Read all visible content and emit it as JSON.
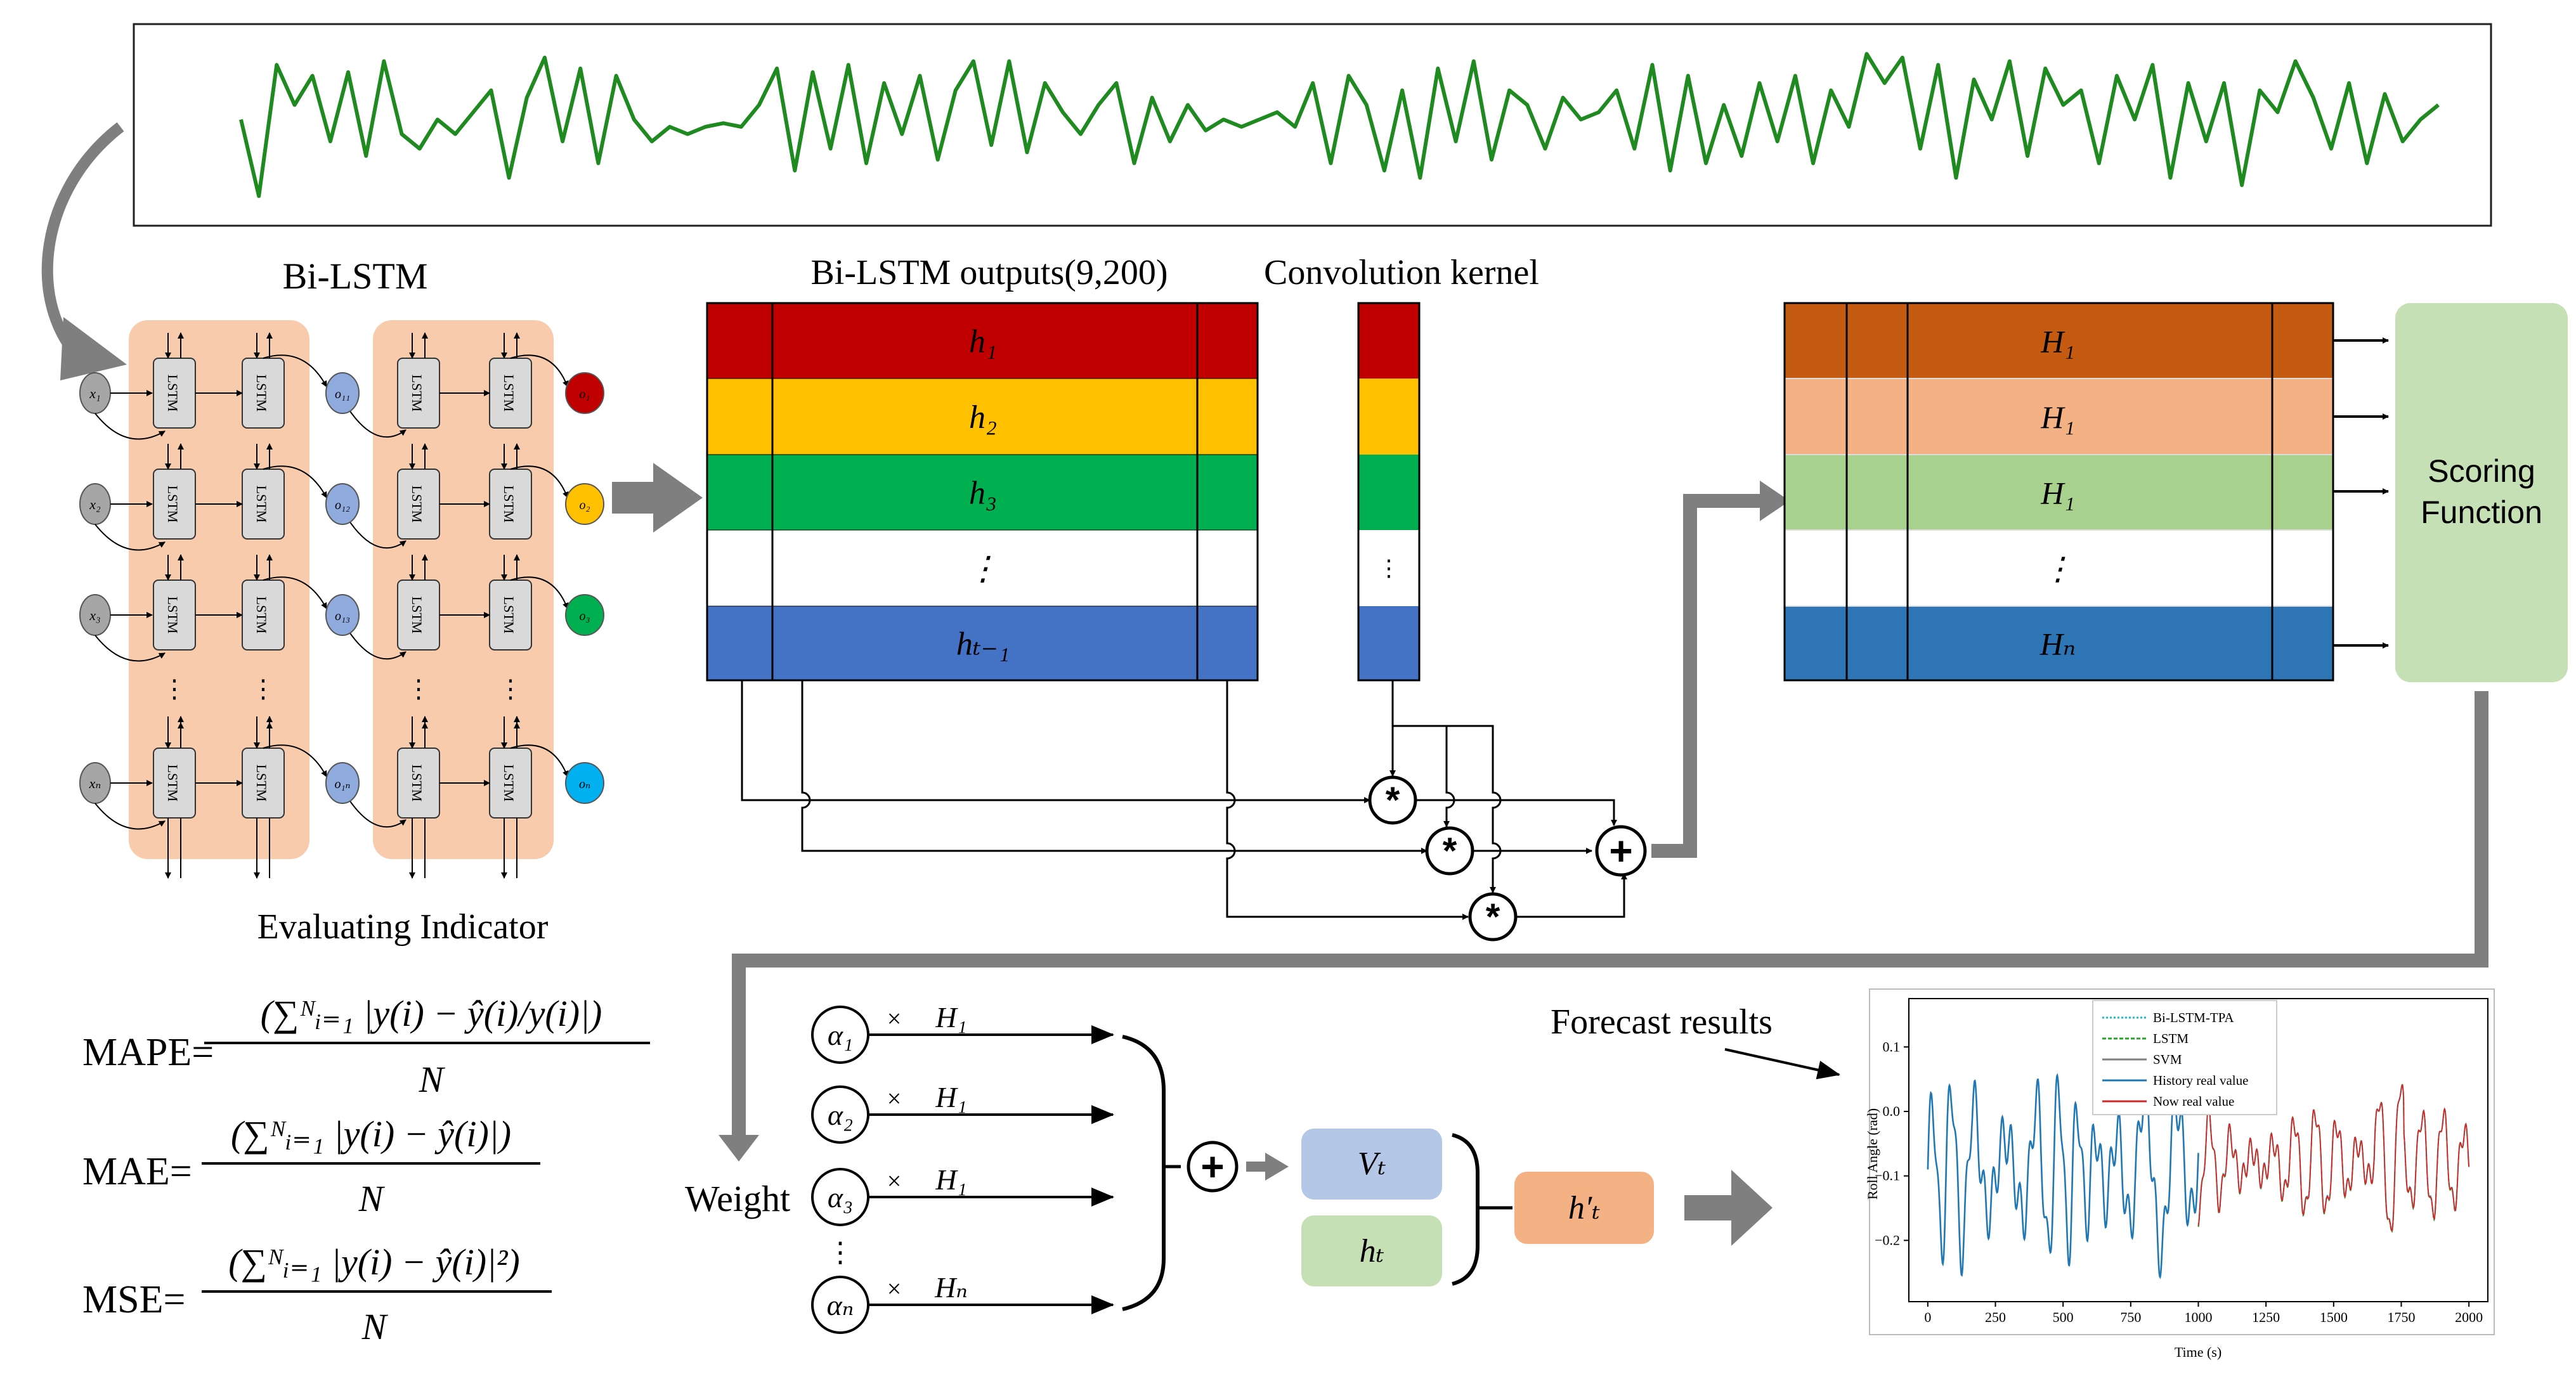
{
  "signal": {
    "color": "#1f8a1f",
    "values": [
      0.1,
      -0.95,
      0.85,
      0.3,
      0.7,
      -0.2,
      0.75,
      -0.4,
      0.9,
      -0.1,
      -0.3,
      0.1,
      -0.1,
      0.2,
      0.5,
      -0.7,
      0.4,
      0.95,
      -0.2,
      0.8,
      -0.5,
      0.7,
      0.1,
      -0.2,
      0.0,
      -0.1,
      0.0,
      0.05,
      0.0,
      0.3,
      0.8,
      -0.6,
      0.75,
      -0.3,
      0.85,
      -0.5,
      0.6,
      -0.1,
      0.7,
      -0.45,
      0.5,
      0.9,
      -0.25,
      0.9,
      -0.35,
      0.6,
      0.2,
      -0.1,
      0.3,
      0.6,
      -0.5,
      0.4,
      -0.2,
      0.3,
      -0.05,
      0.1,
      0.0,
      0.1,
      0.2,
      0.0,
      0.6,
      -0.5,
      0.7,
      0.3,
      -0.6,
      0.5,
      -0.7,
      0.8,
      -0.2,
      0.9,
      -0.45,
      0.5,
      0.3,
      -0.3,
      0.4,
      0.1,
      0.2,
      0.5,
      -0.3,
      0.85,
      -0.6,
      0.7,
      -0.5,
      0.3,
      -0.4,
      0.6,
      -0.2,
      0.7,
      -0.5,
      0.5,
      0.0,
      1.0,
      0.6,
      0.95,
      -0.3,
      0.85,
      -0.7,
      0.65,
      0.1,
      0.9,
      -0.4,
      0.8,
      0.3,
      0.5,
      -0.5,
      0.7,
      0.1,
      0.85,
      -0.7,
      0.6,
      -0.2,
      0.6,
      -0.8,
      0.5,
      0.2,
      0.9,
      0.4,
      -0.3,
      0.6,
      -0.5,
      0.45,
      -0.2,
      0.1,
      0.3
    ]
  },
  "bilstm": {
    "title": "Bi-LSTM",
    "cell_label": "LSTM",
    "inputs": [
      "x₁",
      "x₂",
      "x₃",
      "xₙ"
    ],
    "layer1_outputs": [
      "o₁₁",
      "o₁₂",
      "o₁₃",
      "o₁ₙ"
    ],
    "layer2_outputs": [
      "o₁",
      "o₂",
      "o₃",
      "oₙ"
    ],
    "output_colors": [
      "#c00000",
      "#ffc000",
      "#00b050",
      "#00b0f0"
    ],
    "ellipsis": "⋮"
  },
  "evaluating": {
    "title": "Evaluating Indicator",
    "mape_lhs": "MAPE=",
    "mae_lhs": "MAE=",
    "mse_lhs": "MSE=",
    "mape_num": "(∑ᴺᵢ₌₁ |y(i) − ŷ(i)/y(i)|)",
    "mae_num": "(∑ᴺᵢ₌₁ |y(i) − ŷ(i)|)",
    "mse_num": "(∑ᴺᵢ₌₁ |y(i) − ŷ(i)|²)",
    "denominator": "N"
  },
  "outputs_matrix": {
    "title": "Bi-LSTM outputs(9,200)",
    "rows": [
      "h₁",
      "h₂",
      "h₃",
      "⋮",
      "hₜ₋₁"
    ],
    "colors": [
      "#c00000",
      "#ffc000",
      "#00b050",
      "#ffffff",
      "#4472c4"
    ]
  },
  "kernel": {
    "title": "Convolution kernel",
    "ellipsis": "⋮"
  },
  "conv_ops": {
    "mult": "*",
    "plus": "+"
  },
  "h_matrix": {
    "rows": [
      "H₁",
      "H₁",
      "H₁",
      "⋮",
      "Hₙ"
    ],
    "colors": [
      "#c55a11",
      "#f4b183",
      "#a9d18e",
      "#ffffff",
      "#2e75b6"
    ]
  },
  "scoring": {
    "line1": "Scoring",
    "line2": "Function",
    "color": "#c5e0b4"
  },
  "weight": {
    "label": "Weight",
    "alphas": [
      "α₁",
      "α₂",
      "α₃",
      "αₙ"
    ],
    "times": "×",
    "hs": [
      "H₁",
      "H₁",
      "H₁",
      "Hₙ"
    ],
    "ellipsis": "⋮"
  },
  "combine": {
    "plus": "+",
    "vt": "Vₜ",
    "ht": "hₜ",
    "hprime": "h′ₜ"
  },
  "forecast": {
    "label": "Forecast results",
    "chart_data": {
      "type": "line",
      "xlabel": "Time (s)",
      "ylabel": "Roll Angle (rad)",
      "xticks": [
        "0",
        "250",
        "500",
        "750",
        "1000",
        "1250",
        "1500",
        "1750",
        "2000"
      ],
      "yticks": [
        "0.1",
        "0.0",
        "−0.1",
        "−0.2"
      ],
      "xlim": [
        -70,
        2070
      ],
      "ylim": [
        -0.295,
        0.175
      ],
      "legend": [
        "Bi-LSTM-TPA",
        "LSTM",
        "SVM",
        "History real value",
        "Now real value"
      ],
      "legend_placement": "top-center",
      "colors": {
        "history": "#1f77b4",
        "now": "#d62728",
        "bilstm": "#17becf",
        "lstm": "#2ca02c",
        "svm": "#7f7f7f"
      }
    }
  }
}
